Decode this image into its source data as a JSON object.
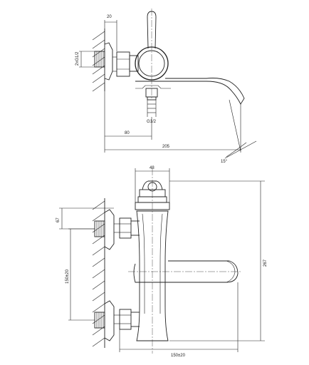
{
  "top_view": {
    "dim_width_20": "20",
    "dim_thread_left": "2xG1/2",
    "dim_outlet_thread": "G1/2",
    "dim_80": "80",
    "dim_205": "205",
    "dim_angle": "15°"
  },
  "front_view": {
    "dim_48": "48",
    "dim_67": "67",
    "dim_spacing": "150±20",
    "dim_height": "267",
    "dim_bottom_spacing": "150±20"
  }
}
